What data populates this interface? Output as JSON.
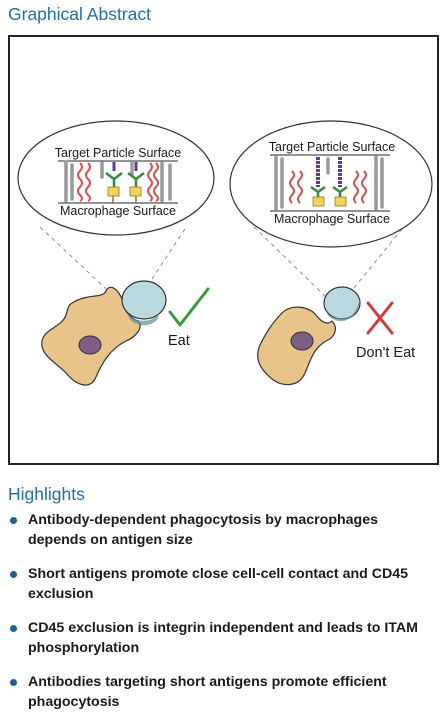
{
  "graphical_abstract": {
    "title": "Graphical Abstract",
    "left_panel": {
      "top_label": "Target Particle Surface",
      "bottom_label": "Macrophage Surface",
      "outcome": "Eat",
      "outcome_icon": "checkmark-icon",
      "outcome_color": "#3a9a3a"
    },
    "right_panel": {
      "top_label": "Target Particle Surface",
      "bottom_label": "Macrophage Surface",
      "outcome": "Don't Eat",
      "outcome_icon": "x-mark-icon",
      "outcome_color": "#d23a3a"
    },
    "colors": {
      "macrophage": "#e8c48a",
      "nucleus": "#7d5f86",
      "particle": "#b9d9de",
      "cd45": "#d9534f",
      "antibody": "#3a8a3a",
      "antigen": "#5b3f8f",
      "receptor": "#f2d45c"
    }
  },
  "highlights": {
    "title": "Highlights",
    "items": [
      {
        "line1": "Antibody-dependent phagocytosis by macrophages",
        "line2": "depends on antigen size"
      },
      {
        "line1": "Short antigens promote close cell-cell contact and CD45",
        "line2": "exclusion"
      },
      {
        "line1": "CD45 exclusion is integrin independent and leads to ITAM",
        "line2": "phosphorylation"
      },
      {
        "line1": "Antibodies targeting short antigens promote efficient",
        "line2": "phagocytosis"
      }
    ]
  }
}
